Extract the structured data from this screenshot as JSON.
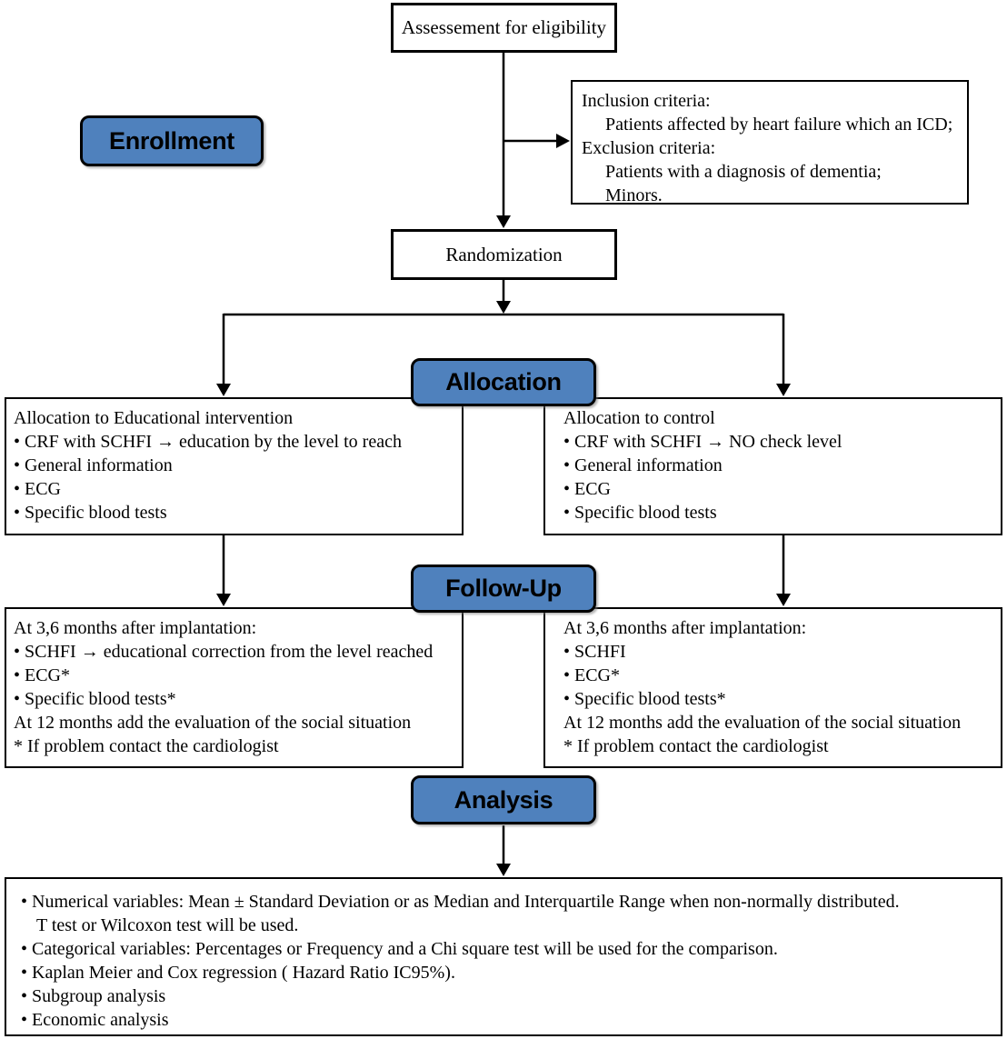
{
  "diagram": {
    "colors": {
      "stage_fill": "#4f81bd",
      "line": "#000000"
    },
    "stages": {
      "enrollment": "Enrollment",
      "allocation": "Allocation",
      "followup": "Follow-Up",
      "analysis": "Analysis"
    },
    "eligibility": {
      "label": "Assessement for eligibility"
    },
    "randomization": {
      "label": "Randomization"
    },
    "criteria": {
      "lines": [
        "Inclusion criteria:",
        "Patients affected by heart failure which an ICD;",
        "Exclusion criteria:",
        "Patients with a diagnosis of dementia;",
        "Minors."
      ]
    },
    "allocation_left": {
      "lines": [
        "Allocation to Educational intervention",
        "• CRF with SCHFI → education by the level to reach",
        "• General information",
        "• ECG",
        "• Specific blood tests"
      ]
    },
    "allocation_right": {
      "lines": [
        "Allocation to control",
        "• CRF with SCHFI → NO check level",
        "• General information",
        "• ECG",
        "• Specific blood tests"
      ]
    },
    "followup_left": {
      "lines": [
        "At 3,6 months after implantation:",
        "• SCHFI → educational correction from the level reached",
        "• ECG*",
        "• Specific blood tests*",
        "At 12 months add the evaluation of the social situation",
        "* If problem contact the cardiologist"
      ]
    },
    "followup_right": {
      "lines": [
        "At 3,6 months after implantation:",
        "• SCHFI",
        "• ECG*",
        "• Specific blood tests*",
        "At 12 months add the evaluation of the social situation",
        "* If problem contact the cardiologist"
      ]
    },
    "analysis_plan": {
      "lines": [
        "• Numerical variables: Mean ± Standard Deviation or as Median and Interquartile Range when non-normally distributed.",
        "T test or Wilcoxon test will be used.",
        "• Categorical variables: Percentages or Frequency and a Chi square test will be used for the comparison.",
        "• Kaplan Meier and Cox regression ( Hazard Ratio IC95%).",
        "• Subgroup analysis",
        "• Economic analysis"
      ]
    }
  }
}
